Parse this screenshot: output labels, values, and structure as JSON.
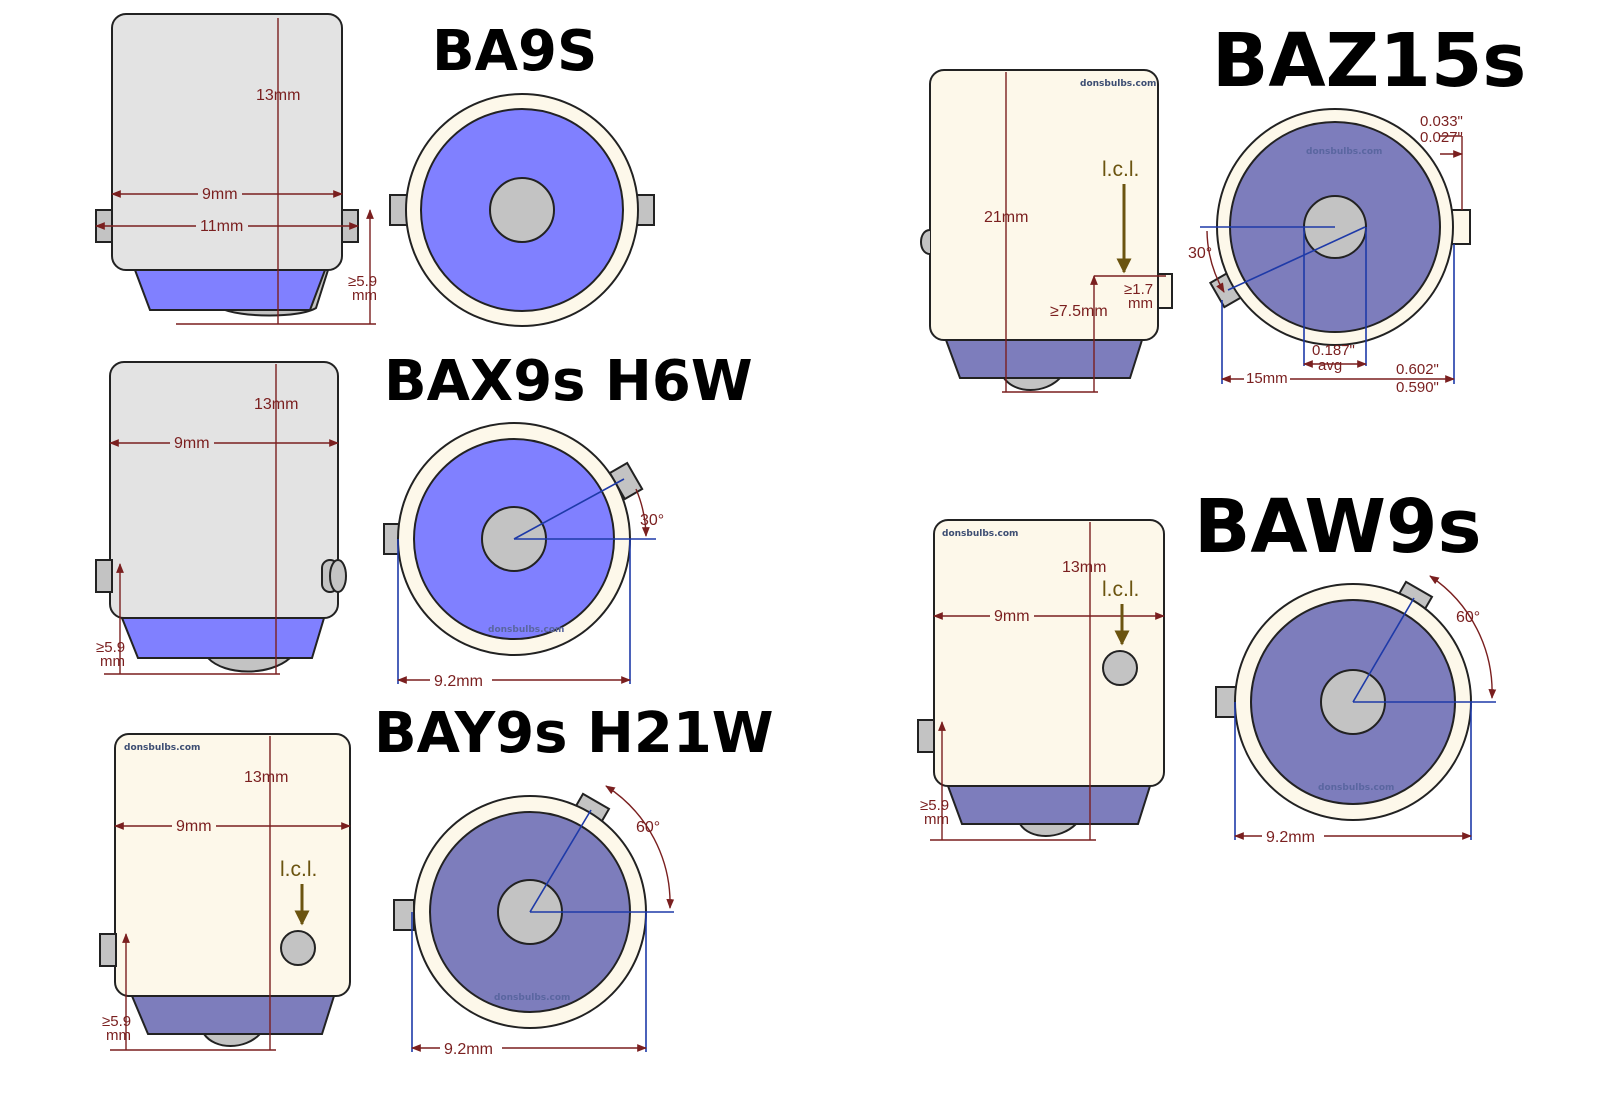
{
  "colors": {
    "grey_body": "#e3e3e3",
    "cream_body": "#fdf8ea",
    "blue_base": "#8080ff",
    "purple_base": "#7d7dbc",
    "contact": "#c3c3c3",
    "dimension": "#7a1f1f",
    "blue_line": "#1e3aa8",
    "icl_arrow": "#6b5410"
  },
  "watermark": "donsbulbs.com",
  "panels": {
    "ba9s": {
      "title": "BA9S",
      "side": {
        "height": "13mm",
        "width_inner": "9mm",
        "width_pins": "11mm",
        "pin_height": "≥5.9",
        "pin_unit": "mm"
      }
    },
    "bax9s": {
      "title": "BAX9s H6W",
      "side": {
        "height": "13mm",
        "width": "9mm",
        "pin_height": "≥5.9",
        "pin_unit": "mm"
      },
      "end": {
        "angle": "30°",
        "diameter": "9.2mm"
      }
    },
    "bay9s": {
      "title": "BAY9s H21W",
      "side": {
        "height": "13mm",
        "width": "9mm",
        "icl": "l.c.l.",
        "pin_height": "≥5.9",
        "pin_unit": "mm"
      },
      "end": {
        "angle": "60°",
        "diameter": "9.2mm"
      }
    },
    "baz15s": {
      "title": "BAZ15s",
      "side": {
        "height": "21mm",
        "icl": "l.c.l.",
        "icl_height": "≥7.5mm",
        "pin_height": "≥1.7",
        "pin_unit": "mm"
      },
      "end": {
        "pin_top": "0.033\"",
        "pin_bottom": "0.027\"",
        "angle": "30°",
        "offset_top": "0.187\"",
        "offset_bottom": "avg",
        "radius": "15mm",
        "dia_top": "0.602\"",
        "dia_bottom": "0.590\""
      }
    },
    "baw9s": {
      "title": "BAW9s",
      "side": {
        "height": "13mm",
        "width": "9mm",
        "icl": "l.c.l.",
        "pin_height": "≥5.9",
        "pin_unit": "mm"
      },
      "end": {
        "angle": "60°",
        "diameter": "9.2mm"
      }
    }
  }
}
